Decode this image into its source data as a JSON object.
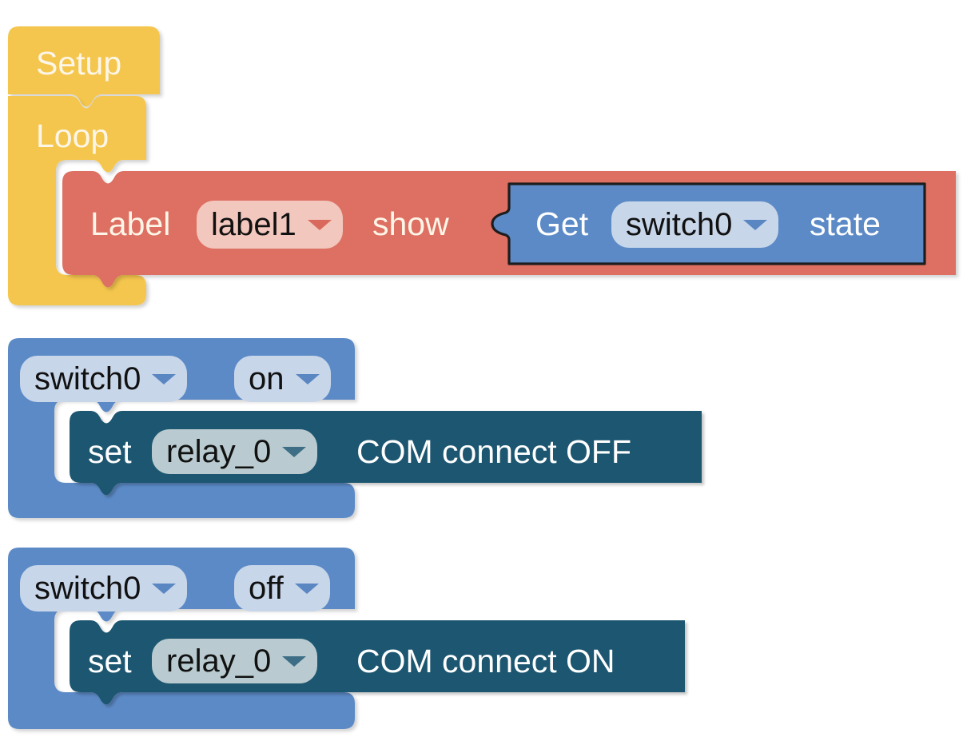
{
  "app": {
    "title": "Blockly visual program workspace",
    "background": "#ffffff"
  },
  "colors": {
    "event_yellow": "#f4c64e",
    "event_yellow_dark": "#e0b244",
    "label_red": "#dd6f62",
    "label_red_dark": "#c9594c",
    "get_blue": "#5b8ac6",
    "get_blue_border": "#262626",
    "container_blue": "#5b8ac6",
    "container_blue_dark": "#4c7ab4",
    "relay_teal": "#1f5670",
    "relay_teal_dark": "#174456",
    "field_red_bg": "#f2c7bd",
    "field_blue_bg": "#c8d6ea",
    "field_teal_bg": "#b9cbd0",
    "text_cream": "#fdf6e8",
    "text_white": "#ffffff",
    "text_dark": "#151515"
  },
  "stacks": [
    {
      "id": "setup-loop-stack",
      "blocks": [
        {
          "id": "setup-block",
          "type": "event-hat",
          "label": "Setup",
          "color": "event_yellow"
        },
        {
          "id": "loop-block",
          "type": "c-container",
          "label": "Loop",
          "color": "event_yellow",
          "children": [
            {
              "id": "label-show-block",
              "type": "statement",
              "color": "label_red",
              "parts": [
                {
                  "kind": "text",
                  "value": "Label"
                },
                {
                  "kind": "dropdown",
                  "name": "label-name-dropdown",
                  "value": "label1"
                },
                {
                  "kind": "text",
                  "value": "show"
                },
                {
                  "kind": "value-input",
                  "name": "show-value-input",
                  "block": {
                    "id": "get-switch-state-block",
                    "type": "reporter",
                    "color": "get_blue",
                    "parts": [
                      {
                        "kind": "text",
                        "value": "Get"
                      },
                      {
                        "kind": "dropdown",
                        "name": "switch-dropdown",
                        "value": "switch0"
                      },
                      {
                        "kind": "text",
                        "value": "state"
                      }
                    ]
                  }
                }
              ]
            }
          ]
        }
      ]
    },
    {
      "id": "switch-on-stack",
      "blocks": [
        {
          "id": "switch-on-event-block",
          "type": "c-container",
          "color": "container_blue",
          "parts": [
            {
              "kind": "dropdown",
              "name": "switch-source-dropdown",
              "value": "switch0"
            },
            {
              "kind": "dropdown",
              "name": "switch-state-dropdown",
              "value": "on"
            }
          ],
          "children": [
            {
              "id": "relay-off-block",
              "type": "statement",
              "color": "relay_teal",
              "parts": [
                {
                  "kind": "text",
                  "value": "set"
                },
                {
                  "kind": "dropdown",
                  "name": "relay-dropdown-off",
                  "value": "relay_0"
                },
                {
                  "kind": "text",
                  "value": "COM connect OFF"
                }
              ]
            }
          ]
        }
      ]
    },
    {
      "id": "switch-off-stack",
      "blocks": [
        {
          "id": "switch-off-event-block",
          "type": "c-container",
          "color": "container_blue",
          "parts": [
            {
              "kind": "dropdown",
              "name": "switch-source-dropdown-2",
              "value": "switch0"
            },
            {
              "kind": "dropdown",
              "name": "switch-state-dropdown-2",
              "value": "off"
            }
          ],
          "children": [
            {
              "id": "relay-on-block",
              "type": "statement",
              "color": "relay_teal",
              "parts": [
                {
                  "kind": "text",
                  "value": "set"
                },
                {
                  "kind": "dropdown",
                  "name": "relay-dropdown-on",
                  "value": "relay_0"
                },
                {
                  "kind": "text",
                  "value": "COM connect ON"
                }
              ]
            }
          ]
        }
      ]
    }
  ],
  "text": {
    "setup": "Setup",
    "loop": "Loop",
    "label": "Label",
    "label1": "label1",
    "show": "show",
    "get": "Get",
    "switch0": "switch0",
    "state": "state",
    "switch0_b": "switch0",
    "on": "on",
    "switch0_c": "switch0",
    "off": "off",
    "set_1": "set",
    "relay_0_1": "relay_0",
    "com_connect_off": "COM connect OFF",
    "set_2": "set",
    "relay_0_2": "relay_0",
    "com_connect_on": "COM connect ON"
  }
}
